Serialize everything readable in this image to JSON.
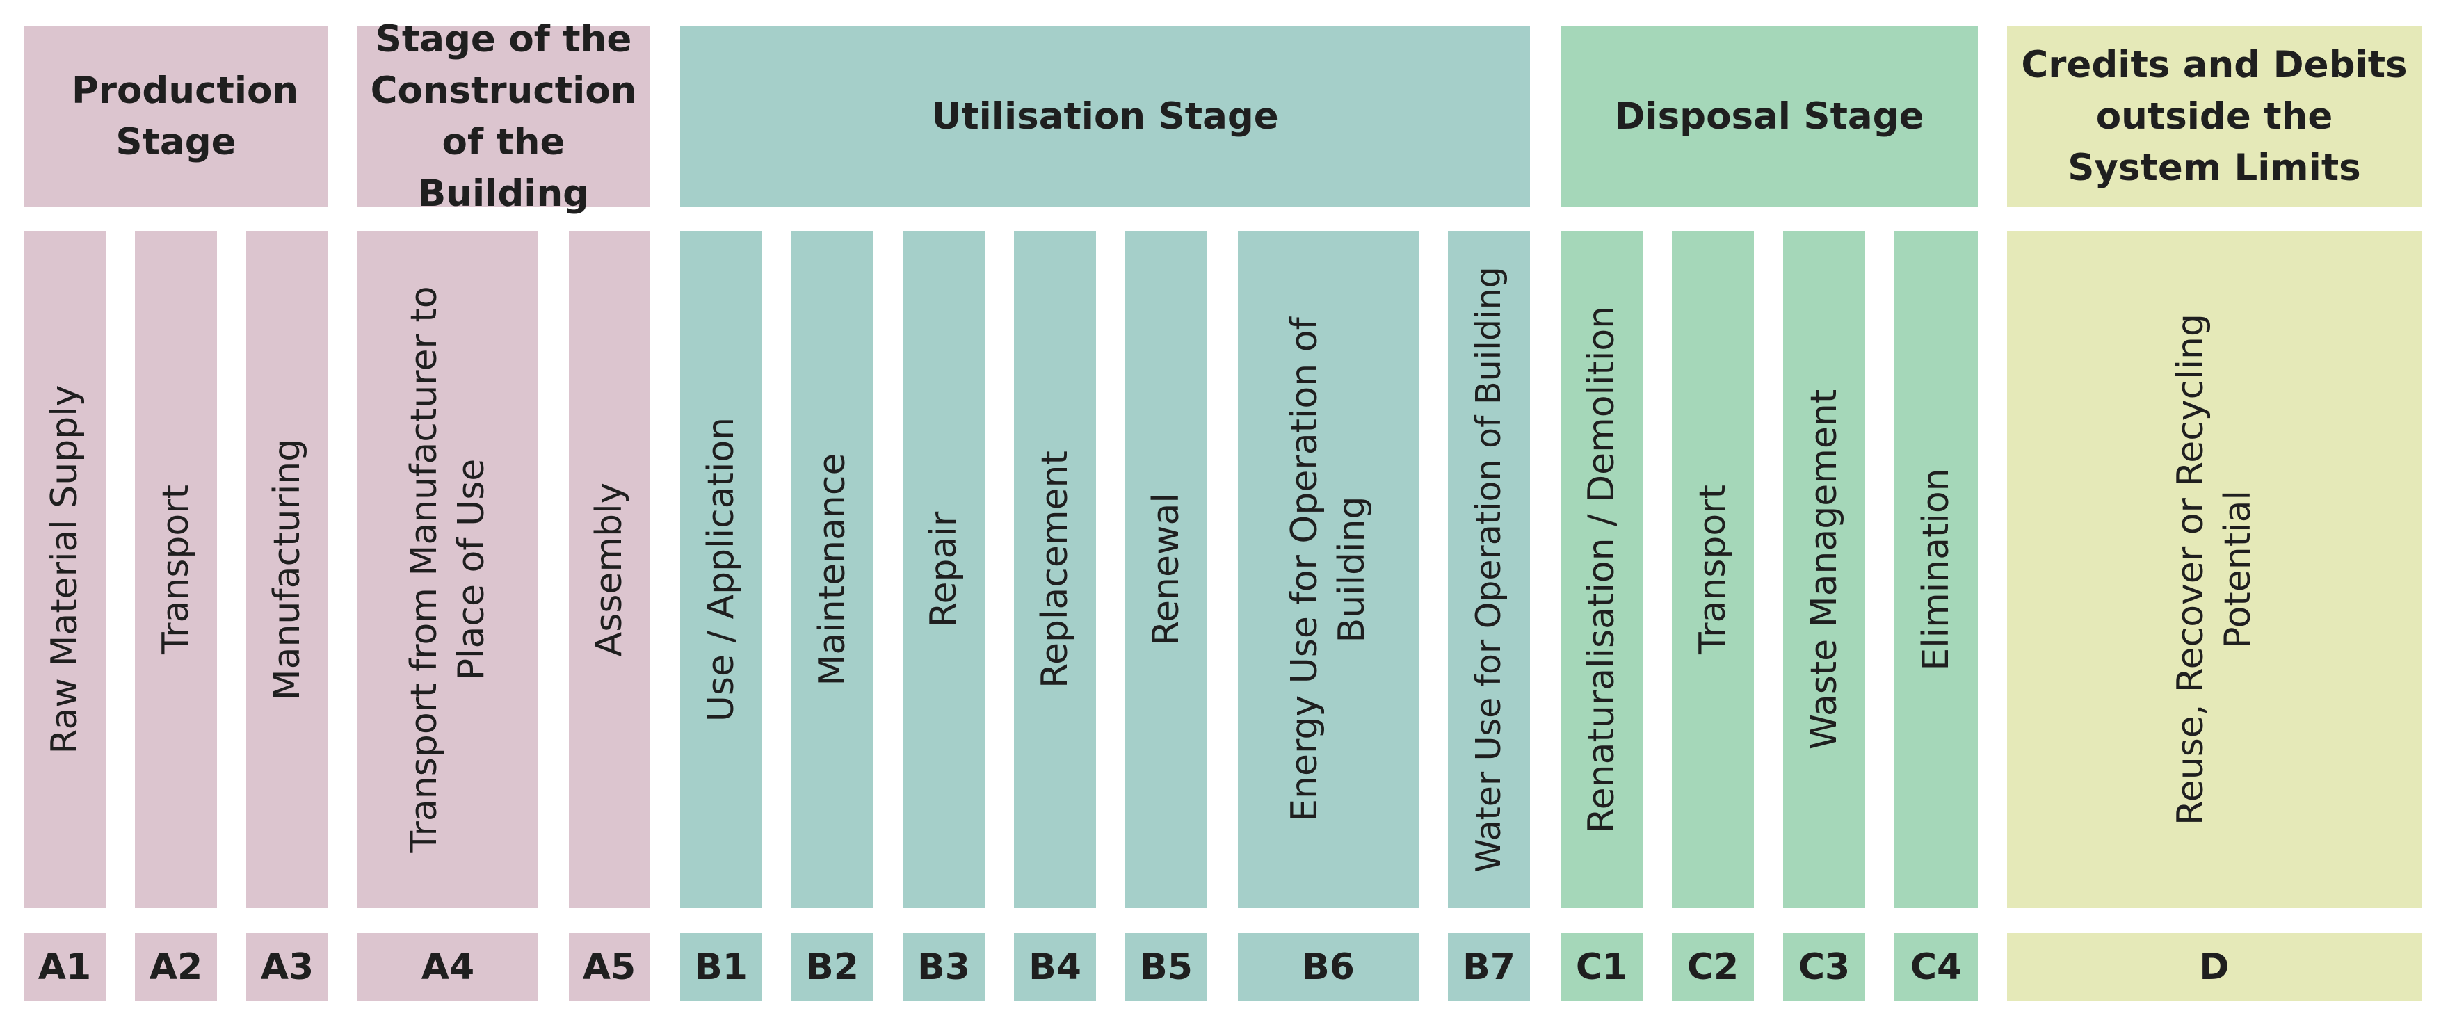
{
  "colors": {
    "production": "#dcc5cf",
    "construction": "#dcc5cf",
    "utilisation": "#a5cfc9",
    "disposal": "#a5d7b9",
    "beyond": "#e5e9b8"
  },
  "stages": {
    "production": "Production Stage",
    "construction": "Stage of the Construction of the Building",
    "utilisation": "Utilisation Stage",
    "disposal": "Disposal Stage",
    "beyond": "Credits and Debits outside the System Limits"
  },
  "modules": {
    "a1": {
      "label": "Raw Material Supply",
      "code": "A1"
    },
    "a2": {
      "label": "Transport",
      "code": "A2"
    },
    "a3": {
      "label": "Manufacturing",
      "code": "A3"
    },
    "a4": {
      "label": "Transport from Manufacturer to Place of Use",
      "code": "A4"
    },
    "a5": {
      "label": "Assembly",
      "code": "A5"
    },
    "b1": {
      "label": "Use / Application",
      "code": "B1"
    },
    "b2": {
      "label": "Maintenance",
      "code": "B2"
    },
    "b3": {
      "label": "Repair",
      "code": "B3"
    },
    "b4": {
      "label": "Replacement",
      "code": "B4"
    },
    "b5": {
      "label": "Renewal",
      "code": "B5"
    },
    "b6": {
      "label": "Energy Use for Operation of Building",
      "code": "B6"
    },
    "b7": {
      "label": "Water Use for Operation of Building",
      "code": "B7"
    },
    "c1": {
      "label": "Renaturalisation / Demolition",
      "code": "C1"
    },
    "c2": {
      "label": "Transport",
      "code": "C2"
    },
    "c3": {
      "label": "Waste Management",
      "code": "C3"
    },
    "c4": {
      "label": "Elimination",
      "code": "C4"
    },
    "d": {
      "label": "Reuse, Recover or Recycling Potential",
      "code": "D"
    }
  }
}
